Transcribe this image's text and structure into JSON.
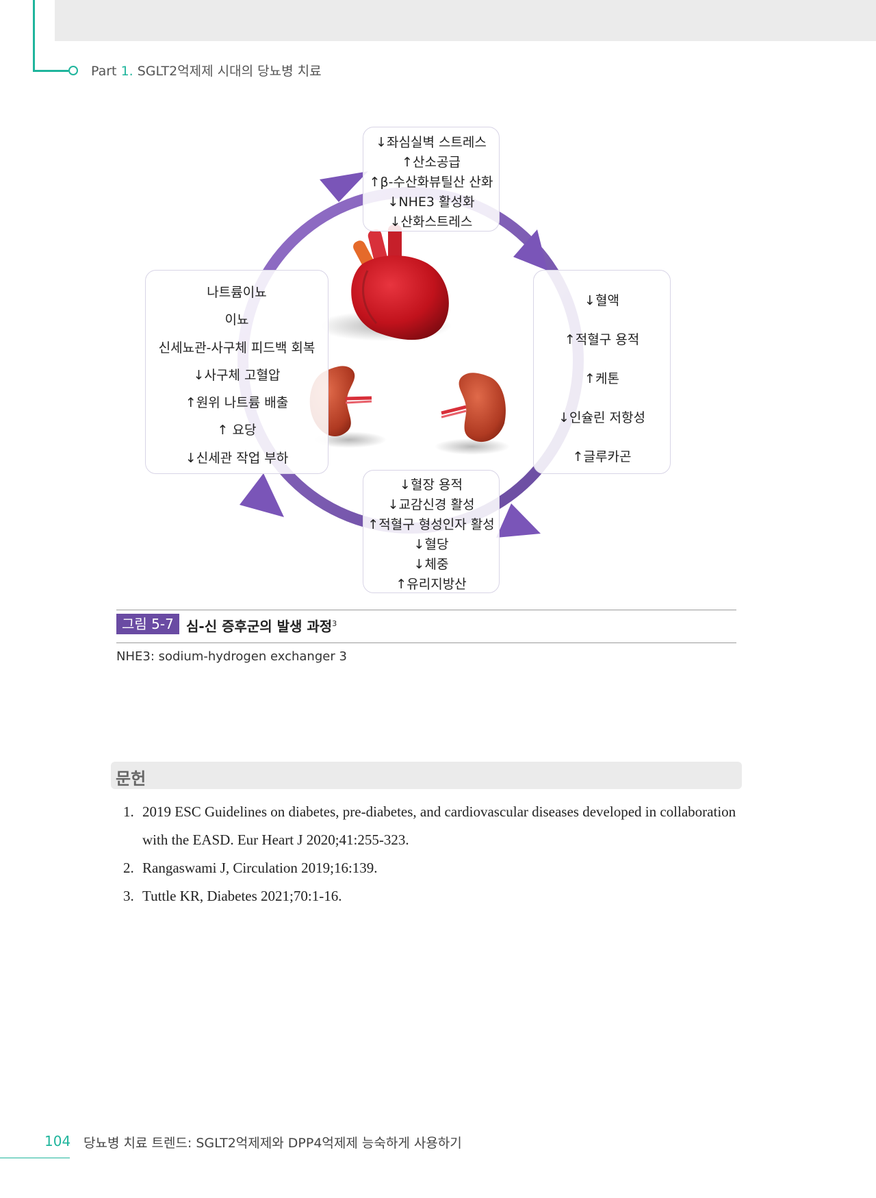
{
  "header": {
    "part_label": "Part",
    "part_num": "1.",
    "text": "SGLT2억제제 시대의 당뇨병 치료"
  },
  "figure": {
    "top_box": [
      "↓좌심실벽 스트레스",
      "↑산소공급",
      "↑β-수산화뷰틸산 산화",
      "↓NHE3 활성화",
      "↓산화스트레스"
    ],
    "left_box": [
      "나트륨이뇨",
      "이뇨",
      "신세뇨관-사구체 피드백 회복",
      "↓사구체 고혈압",
      "↑원위 나트륨 배출",
      "↑ 요당",
      "↓신세관 작업 부하"
    ],
    "right_box": [
      "↓혈액",
      "↑적혈구 용적",
      "↑케톤",
      "↓인슐린 저항성",
      "↑글루카곤"
    ],
    "bottom_box": [
      "↓혈장 용적",
      "↓교감신경 활성",
      "↑적혈구 형성인자 활성",
      "↓혈당",
      "↓체중",
      "↑유리지방산"
    ],
    "label": "그림 5-7",
    "title": "심-신 증후군의 발생 과정",
    "title_ref": "3",
    "note": "NHE3: sodium-hydrogen exchanger 3"
  },
  "references": {
    "heading": "문헌",
    "items": [
      {
        "num": "1.",
        "text": "2019 ESC Guidelines on diabetes, pre-diabetes, and cardiovascular diseases developed in collaboration with the EASD. Eur Heart J 2020;41:255-323."
      },
      {
        "num": "2.",
        "text": "Rangaswami J, Circulation 2019;16:139."
      },
      {
        "num": "3.",
        "text": "Tuttle KR, Diabetes 2021;70:1-16."
      }
    ]
  },
  "footer": {
    "page_number": "104",
    "title": "당뇨병 치료 트렌드: SGLT2억제제와 DPP4억제제 능숙하게 사용하기"
  },
  "colors": {
    "accent": "#1fb59c",
    "purple": "#6a4ba3"
  }
}
